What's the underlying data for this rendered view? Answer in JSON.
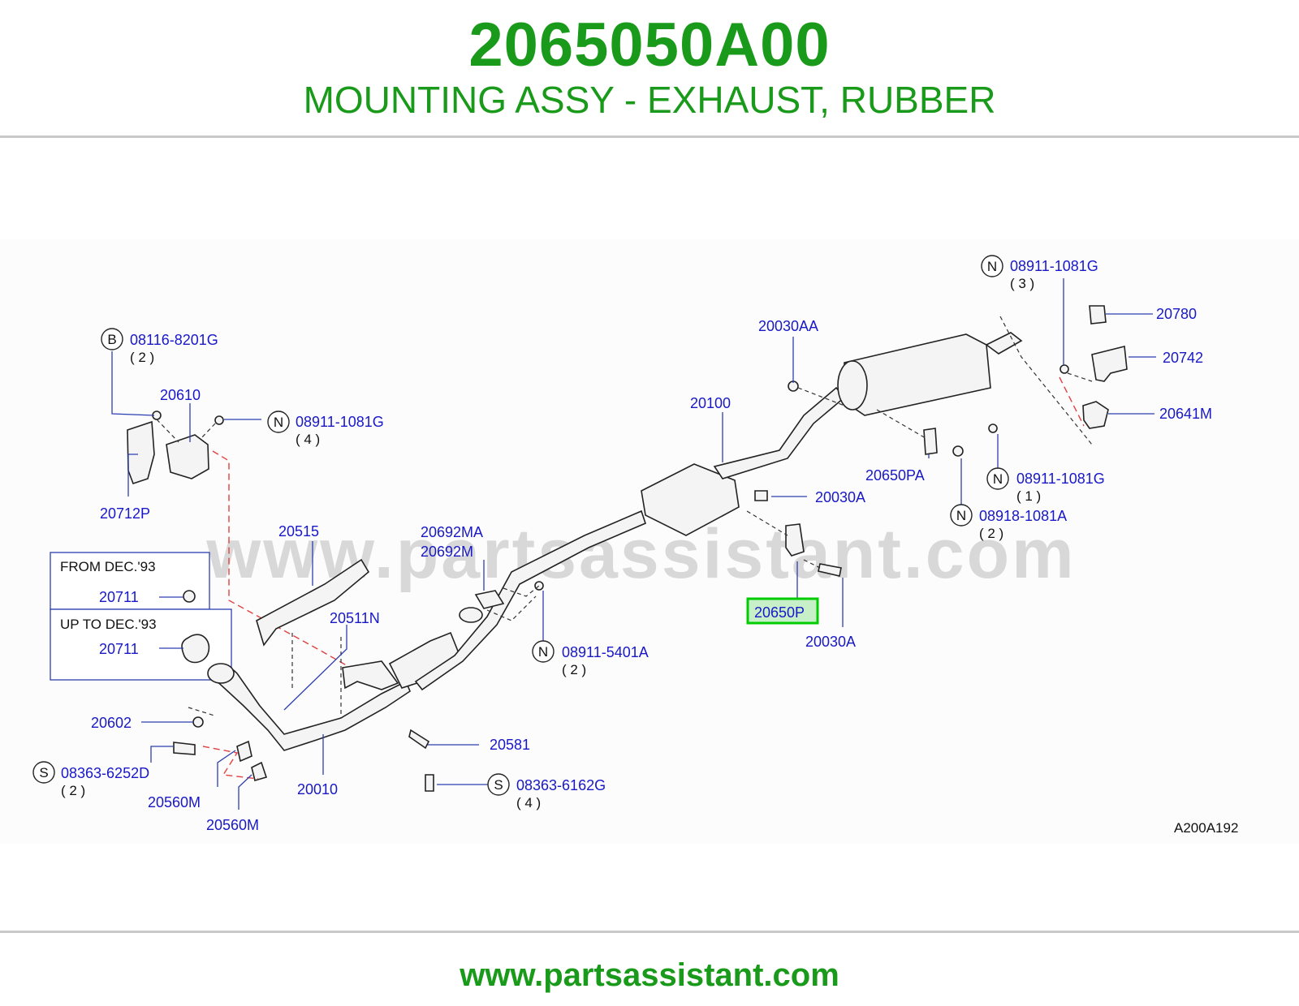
{
  "header": {
    "part_number": "2065050A00",
    "description": "MOUNTING ASSY - EXHAUST, RUBBER"
  },
  "footer": {
    "url": "www.partsassistant.com"
  },
  "watermark": "www.partsassistant.com",
  "diagram": {
    "code": "A200A192",
    "highlighted_part": "20650P",
    "colors": {
      "brand_green": "#1a9a1a",
      "label_blue": "#1818c8",
      "highlight": "#00cc00"
    },
    "labels": {
      "p08116_8201G": "08116-8201G",
      "q2a": "( 2 )",
      "p20610": "20610",
      "p08911_1081G_a": "08911-1081G",
      "q4a": "( 4 )",
      "p20712P": "20712P",
      "p20515": "20515",
      "from_dec": "FROM DEC.'93",
      "p20711_a": "20711",
      "up_to_dec": "UP TO DEC.'93",
      "p20711_b": "20711",
      "p20511N": "20511N",
      "p20602": "20602",
      "p08363_6252D": "08363-6252D",
      "q2b": "( 2 )",
      "p20560M_a": "20560M",
      "p20560M_b": "20560M",
      "p20010": "20010",
      "p20692MA": "20692MA",
      "p20692M": "20692M",
      "p08911_5401A": "08911-5401A",
      "q2c": "( 2 )",
      "p20581": "20581",
      "p08363_6162G": "08363-6162G",
      "q4b": "( 4 )",
      "p20100": "20100",
      "p20030AA": "20030AA",
      "p20030A_a": "20030A",
      "p20650P": "20650P",
      "p20030A_b": "20030A",
      "p20650PA": "20650PA",
      "p08911_1081G_b": "08911-1081G",
      "q1": "( 1 )",
      "p08918_1081A": "08918-1081A",
      "q2d": "( 2 )",
      "p08911_1081G_c": "08911-1081G",
      "q3": "( 3 )",
      "p20780": "20780",
      "p20742": "20742",
      "p20641M": "20641M"
    },
    "symbols": {
      "B": "B",
      "N": "N",
      "S": "S"
    }
  }
}
